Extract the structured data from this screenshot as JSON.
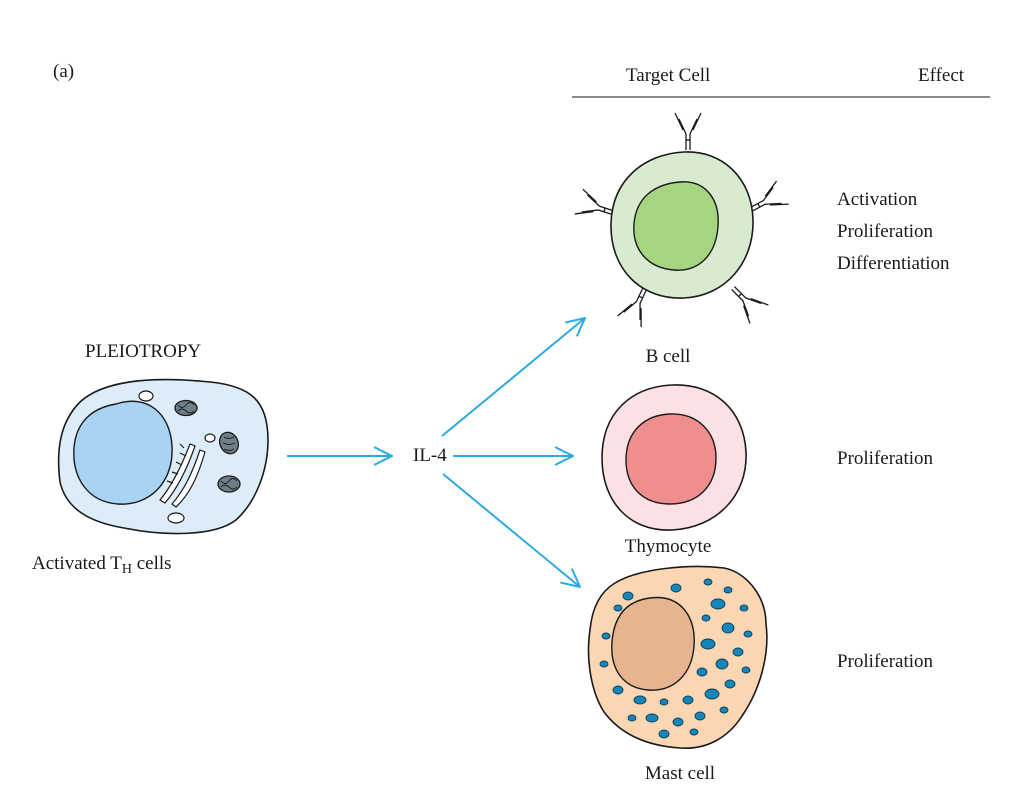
{
  "panel_label": "(a)",
  "header": {
    "target_cell": "Target Cell",
    "effect": "Effect"
  },
  "concept": "PLEIOTROPY",
  "source": {
    "label_main": "Activated T",
    "label_sub": "H",
    "label_tail": " cells"
  },
  "cytokine": "IL-4",
  "targets": [
    {
      "name": "B cell",
      "effects": [
        "Activation",
        "Proliferation",
        "Differentiation"
      ]
    },
    {
      "name": "Thymocyte",
      "effects": [
        "Proliferation"
      ]
    },
    {
      "name": "Mast cell",
      "effects": [
        "Proliferation"
      ]
    }
  ],
  "colors": {
    "arrow": "#29abe2",
    "th_cytoplasm": "#dcedf9",
    "th_nucleus": "#a9d3f2",
    "bcell_outer": "#d8ead0",
    "bcell_nucleus": "#a5d67f",
    "thymo_outer": "#fbe0e4",
    "thymo_nucleus": "#ef8e8e",
    "mast_cytoplasm": "#fad6b2",
    "mast_nucleus": "#e6b58f",
    "mast_granule": "#1686b8"
  }
}
